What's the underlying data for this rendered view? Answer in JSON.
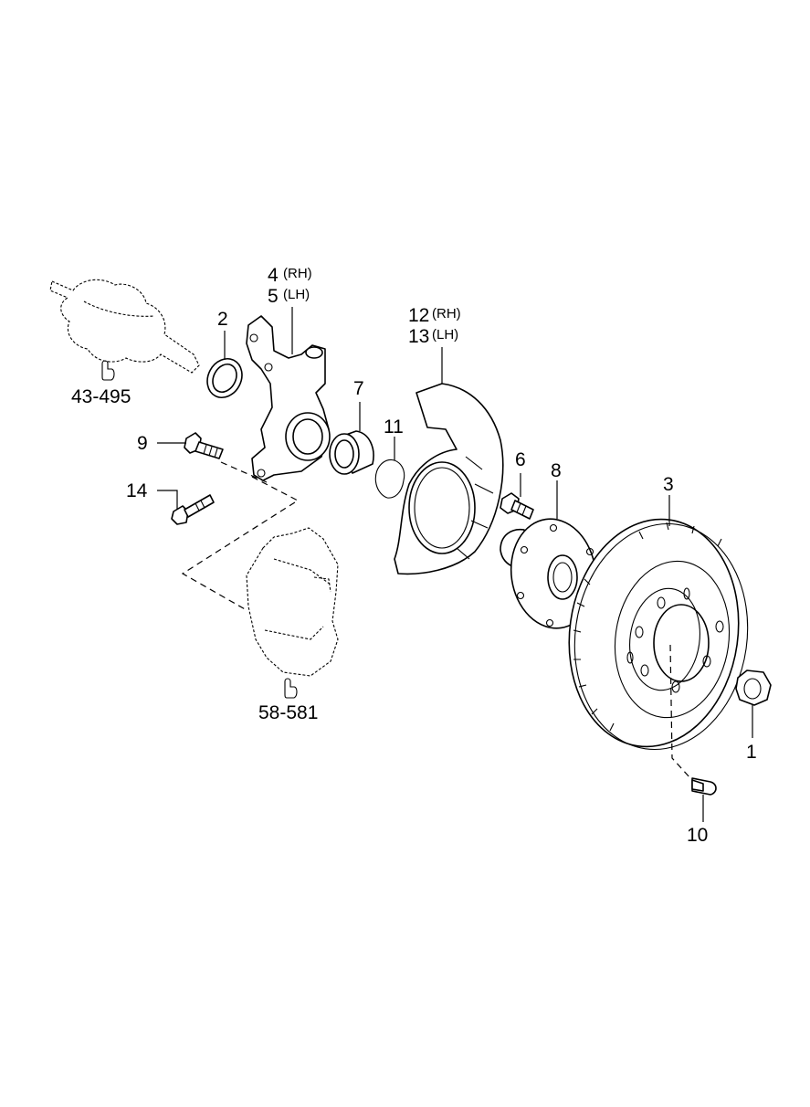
{
  "callouts": {
    "c1": "1",
    "c2": "2",
    "c3": "3",
    "c4": "4",
    "c4_suffix": "(RH)",
    "c5": "5",
    "c5_suffix": "(LH)",
    "c6": "6",
    "c7": "7",
    "c8": "8",
    "c9": "9",
    "c10": "10",
    "c11": "11",
    "c12": "12",
    "c12_suffix": "(RH)",
    "c13": "13",
    "c13_suffix": "(LH)",
    "c14": "14"
  },
  "references": {
    "drive_shaft": "43-495",
    "brake_caliper": "58-581"
  },
  "icons": {
    "reference_marker": "pointing-hand-icon"
  }
}
